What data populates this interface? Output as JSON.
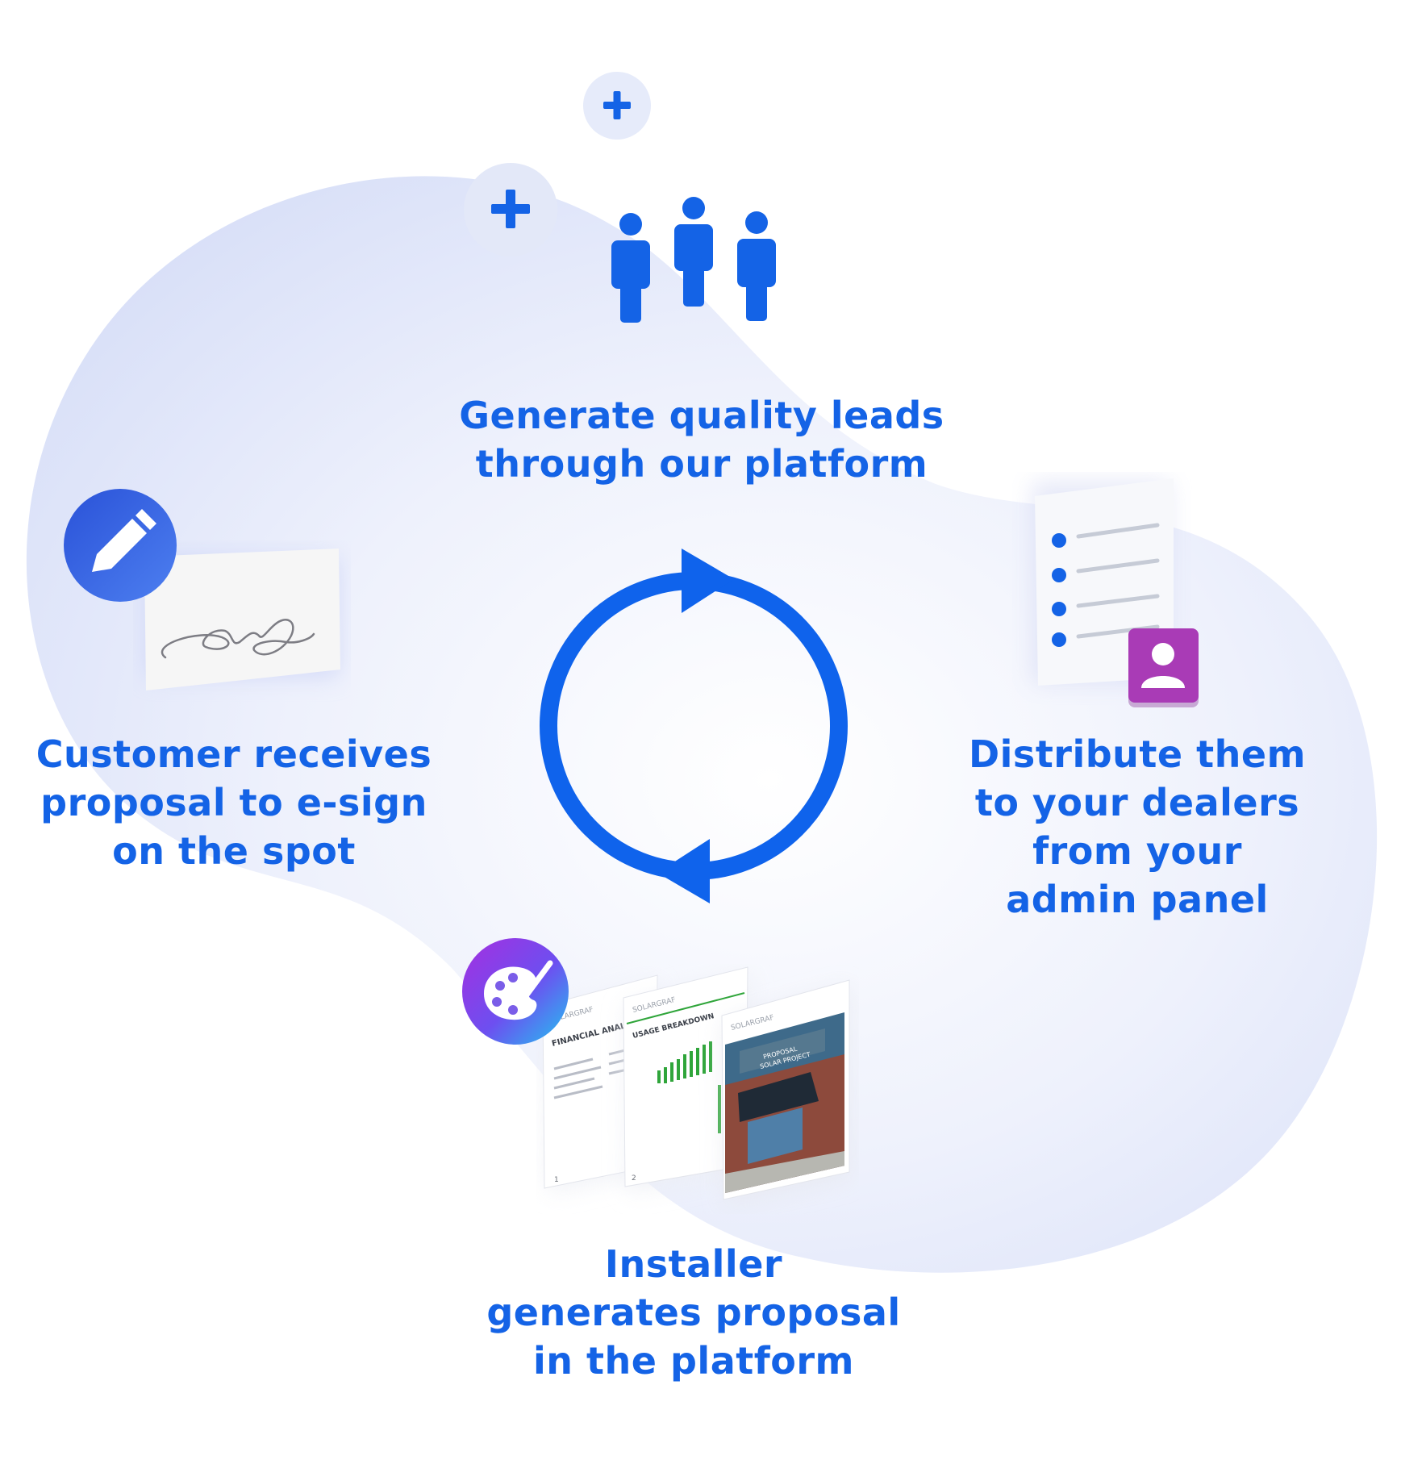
{
  "diagram": {
    "type": "cycle",
    "colors": {
      "primary": "#1463e6",
      "arrow": "#0f63ec",
      "background_blob": "#e8ecfb",
      "profile_badge": "#a93bb6",
      "chart_green": "#2fa53a"
    },
    "steps": [
      {
        "id": "leads",
        "icon": "people-icon",
        "lines": [
          "Generate quality leads",
          "through our platform"
        ]
      },
      {
        "id": "distribute",
        "icon": "checklist-document-icon",
        "lines": [
          "Distribute them",
          "to your dealers",
          "from your",
          "admin panel"
        ]
      },
      {
        "id": "installer",
        "icon": "palette-icon",
        "lines": [
          "Installer",
          "generates proposal",
          "in the platform"
        ]
      },
      {
        "id": "customer",
        "icon": "pencil-icon",
        "lines": [
          "Customer receives",
          "proposal to e-sign",
          "on the spot"
        ]
      }
    ],
    "center_icon": "cycle-arrows-icon",
    "proposal_pages": [
      {
        "brand": "SOLARGRAF",
        "heading": "FINANCIAL ANALYSIS",
        "page": "1"
      },
      {
        "brand": "SOLARGRAF",
        "heading": "USAGE BREAKDOWN",
        "page": "2"
      },
      {
        "brand": "SOLARGRAF",
        "heading": "PROPOSAL",
        "subheading": "SOLAR PROJECT"
      }
    ]
  }
}
